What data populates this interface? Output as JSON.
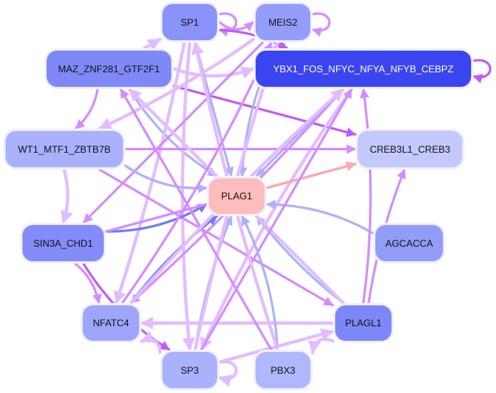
{
  "graph": {
    "colors": {
      "edge_light": "#e3bcff",
      "edge_mid": "#d48cff",
      "edge_strong": "#c25cf5",
      "edge_blue_light": "#a9b4f7",
      "edge_blue": "#6f7ef2",
      "edge_salmon": "#ffa8a8"
    },
    "nodes": [
      {
        "id": "SP1",
        "label": "SP1",
        "fill": "#8a93fa",
        "text": "#111111"
      },
      {
        "id": "MEIS2",
        "label": "MEIS2",
        "fill": "#959dfa",
        "text": "#111111"
      },
      {
        "id": "MAZ",
        "label": "MAZ_ZNF281_GTF2F1",
        "fill": "#7f88f7",
        "text": "#111111"
      },
      {
        "id": "YBX1",
        "label": "YBX1_FOS_NFYC_NFYA_NFYB_CEBPZ",
        "fill": "#3a45f0",
        "text": "#ffffff"
      },
      {
        "id": "WT1",
        "label": "WT1_MTF1_ZBTB7B",
        "fill": "#aab1fb",
        "text": "#111111"
      },
      {
        "id": "CREB3L1",
        "label": "CREB3L1_CREB3",
        "fill": "#c3c8fd",
        "text": "#111111"
      },
      {
        "id": "PLAG1",
        "label": "PLAG1",
        "fill": "#ffbcbc",
        "text": "#111111"
      },
      {
        "id": "SIN3A",
        "label": "SIN3A_CHD1",
        "fill": "#838cf8",
        "text": "#111111"
      },
      {
        "id": "AGCACCA",
        "label": "AGCACCA",
        "fill": "#949cfa",
        "text": "#111111"
      },
      {
        "id": "NFATC4",
        "label": "NFATC4",
        "fill": "#9ea6fb",
        "text": "#111111"
      },
      {
        "id": "PLAGL1",
        "label": "PLAGL1",
        "fill": "#7e87f7",
        "text": "#111111"
      },
      {
        "id": "SP3",
        "label": "SP3",
        "fill": "#abb2fc",
        "text": "#111111"
      },
      {
        "id": "PBX3",
        "label": "PBX3",
        "fill": "#b0b7fc",
        "text": "#111111"
      }
    ],
    "edges": [
      {
        "from": "SP1",
        "to": "MEIS2",
        "tone": "edge_mid"
      },
      {
        "from": "SP1",
        "to": "SP1",
        "tone": "edge_mid",
        "self": true
      },
      {
        "from": "MEIS2",
        "to": "MEIS2",
        "tone": "edge_mid",
        "self": true
      },
      {
        "from": "YBX1",
        "to": "YBX1",
        "tone": "edge_strong",
        "self": true
      },
      {
        "from": "SP3",
        "to": "SP3",
        "tone": "edge_light",
        "self": true
      },
      {
        "from": "MAZ",
        "to": "SP1",
        "tone": "edge_light"
      },
      {
        "from": "MAZ",
        "to": "YBX1",
        "tone": "edge_light"
      },
      {
        "from": "MAZ",
        "to": "WT1",
        "tone": "edge_mid"
      },
      {
        "from": "MAZ",
        "to": "CREB3L1",
        "tone": "edge_strong"
      },
      {
        "from": "MAZ",
        "to": "PLAG1",
        "tone": "edge_blue_light"
      },
      {
        "from": "SP1",
        "to": "YBX1",
        "tone": "edge_strong"
      },
      {
        "from": "SP1",
        "to": "PLAG1",
        "tone": "edge_blue_light"
      },
      {
        "from": "SP1",
        "to": "SP3",
        "tone": "edge_light"
      },
      {
        "from": "SP1",
        "to": "NFATC4",
        "tone": "edge_light"
      },
      {
        "from": "MEIS2",
        "to": "SIN3A",
        "tone": "edge_mid"
      },
      {
        "from": "MEIS2",
        "to": "PLAG1",
        "tone": "edge_blue_light"
      },
      {
        "from": "MEIS2",
        "to": "WT1",
        "tone": "edge_light"
      },
      {
        "from": "YBX1",
        "to": "PLAG1",
        "tone": "edge_blue_light"
      },
      {
        "from": "YBX1",
        "to": "SP3",
        "tone": "edge_light"
      },
      {
        "from": "YBX1",
        "to": "NFATC4",
        "tone": "edge_mid"
      },
      {
        "from": "WT1",
        "to": "CREB3L1",
        "tone": "edge_mid"
      },
      {
        "from": "WT1",
        "to": "PLAG1",
        "tone": "edge_blue_light"
      },
      {
        "from": "WT1",
        "to": "SIN3A",
        "tone": "edge_light"
      },
      {
        "from": "WT1",
        "to": "PLAGL1",
        "tone": "edge_mid"
      },
      {
        "from": "SIN3A",
        "to": "PLAG1",
        "tone": "edge_blue"
      },
      {
        "from": "SIN3A",
        "to": "NFATC4",
        "tone": "edge_mid"
      },
      {
        "from": "SIN3A",
        "to": "CREB3L1",
        "tone": "edge_mid"
      },
      {
        "from": "SIN3A",
        "to": "SP3",
        "tone": "edge_strong"
      },
      {
        "from": "NFATC4",
        "to": "PLAG1",
        "tone": "edge_blue"
      },
      {
        "from": "PLAG1",
        "to": "CREB3L1",
        "tone": "edge_salmon"
      },
      {
        "from": "AGCACCA",
        "to": "PLAG1",
        "tone": "edge_blue_light"
      },
      {
        "from": "PLAGL1",
        "to": "PLAG1",
        "tone": "edge_blue_light"
      },
      {
        "from": "PLAGL1",
        "to": "NFATC4",
        "tone": "edge_light"
      },
      {
        "from": "PLAGL1",
        "to": "PBX3",
        "tone": "edge_light"
      },
      {
        "from": "PLAGL1",
        "to": "CREB3L1",
        "tone": "edge_mid"
      },
      {
        "from": "PLAGL1",
        "to": "MAZ",
        "tone": "edge_light"
      },
      {
        "from": "PLAGL1",
        "to": "YBX1",
        "tone": "edge_mid"
      },
      {
        "from": "SP3",
        "to": "PLAG1",
        "tone": "edge_blue_light"
      },
      {
        "from": "SP3",
        "to": "PLAGL1",
        "tone": "edge_light"
      },
      {
        "from": "SP3",
        "to": "NFATC4",
        "tone": "edge_light"
      },
      {
        "from": "SP3",
        "to": "MEIS2",
        "tone": "edge_light"
      },
      {
        "from": "SP3",
        "to": "YBX1",
        "tone": "edge_mid"
      },
      {
        "from": "PBX3",
        "to": "PLAG1",
        "tone": "edge_blue_light"
      },
      {
        "from": "PBX3",
        "to": "SP1",
        "tone": "edge_light"
      },
      {
        "from": "PBX3",
        "to": "MAZ",
        "tone": "edge_mid"
      },
      {
        "from": "NFATC4",
        "to": "MEIS2",
        "tone": "edge_mid"
      },
      {
        "from": "NFATC4",
        "to": "YBX1",
        "tone": "edge_light"
      }
    ]
  }
}
